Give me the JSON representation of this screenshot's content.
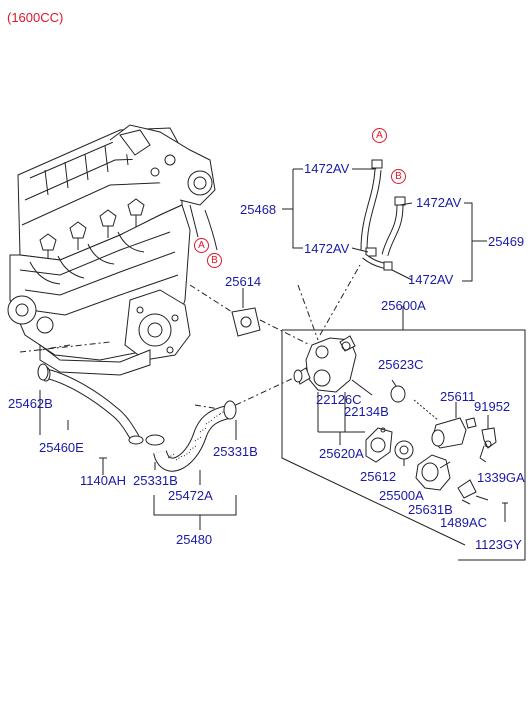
{
  "header": {
    "title": "(1600CC)"
  },
  "markers": {
    "a": "A",
    "b": "B"
  },
  "colors": {
    "label": "#1a1aa8",
    "title": "#e0142b",
    "line": "#222222"
  },
  "parts": {
    "p1472av_1": "1472AV",
    "p25468": "25468",
    "p1472av_2": "1472AV",
    "p1472av_3": "1472AV",
    "p25469": "25469",
    "p1472av_4": "1472AV",
    "p25614": "25614",
    "p25600a": "25600A",
    "p25623c": "25623C",
    "p25611": "25611",
    "p91952": "91952",
    "p22126c": "22126C",
    "p22134b": "22134B",
    "p25620a": "25620A",
    "p25612": "25612",
    "p1339ga": "1339GA",
    "p25500a": "25500A",
    "p25631b": "25631B",
    "p1489ac": "1489AC",
    "p1123gy": "1123GY",
    "p25462b": "25462B",
    "p25460e": "25460E",
    "p1140ah": "1140AH",
    "p25331b_1": "25331B",
    "p25331b_2": "25331B",
    "p25472a": "25472A",
    "p25480": "25480"
  }
}
